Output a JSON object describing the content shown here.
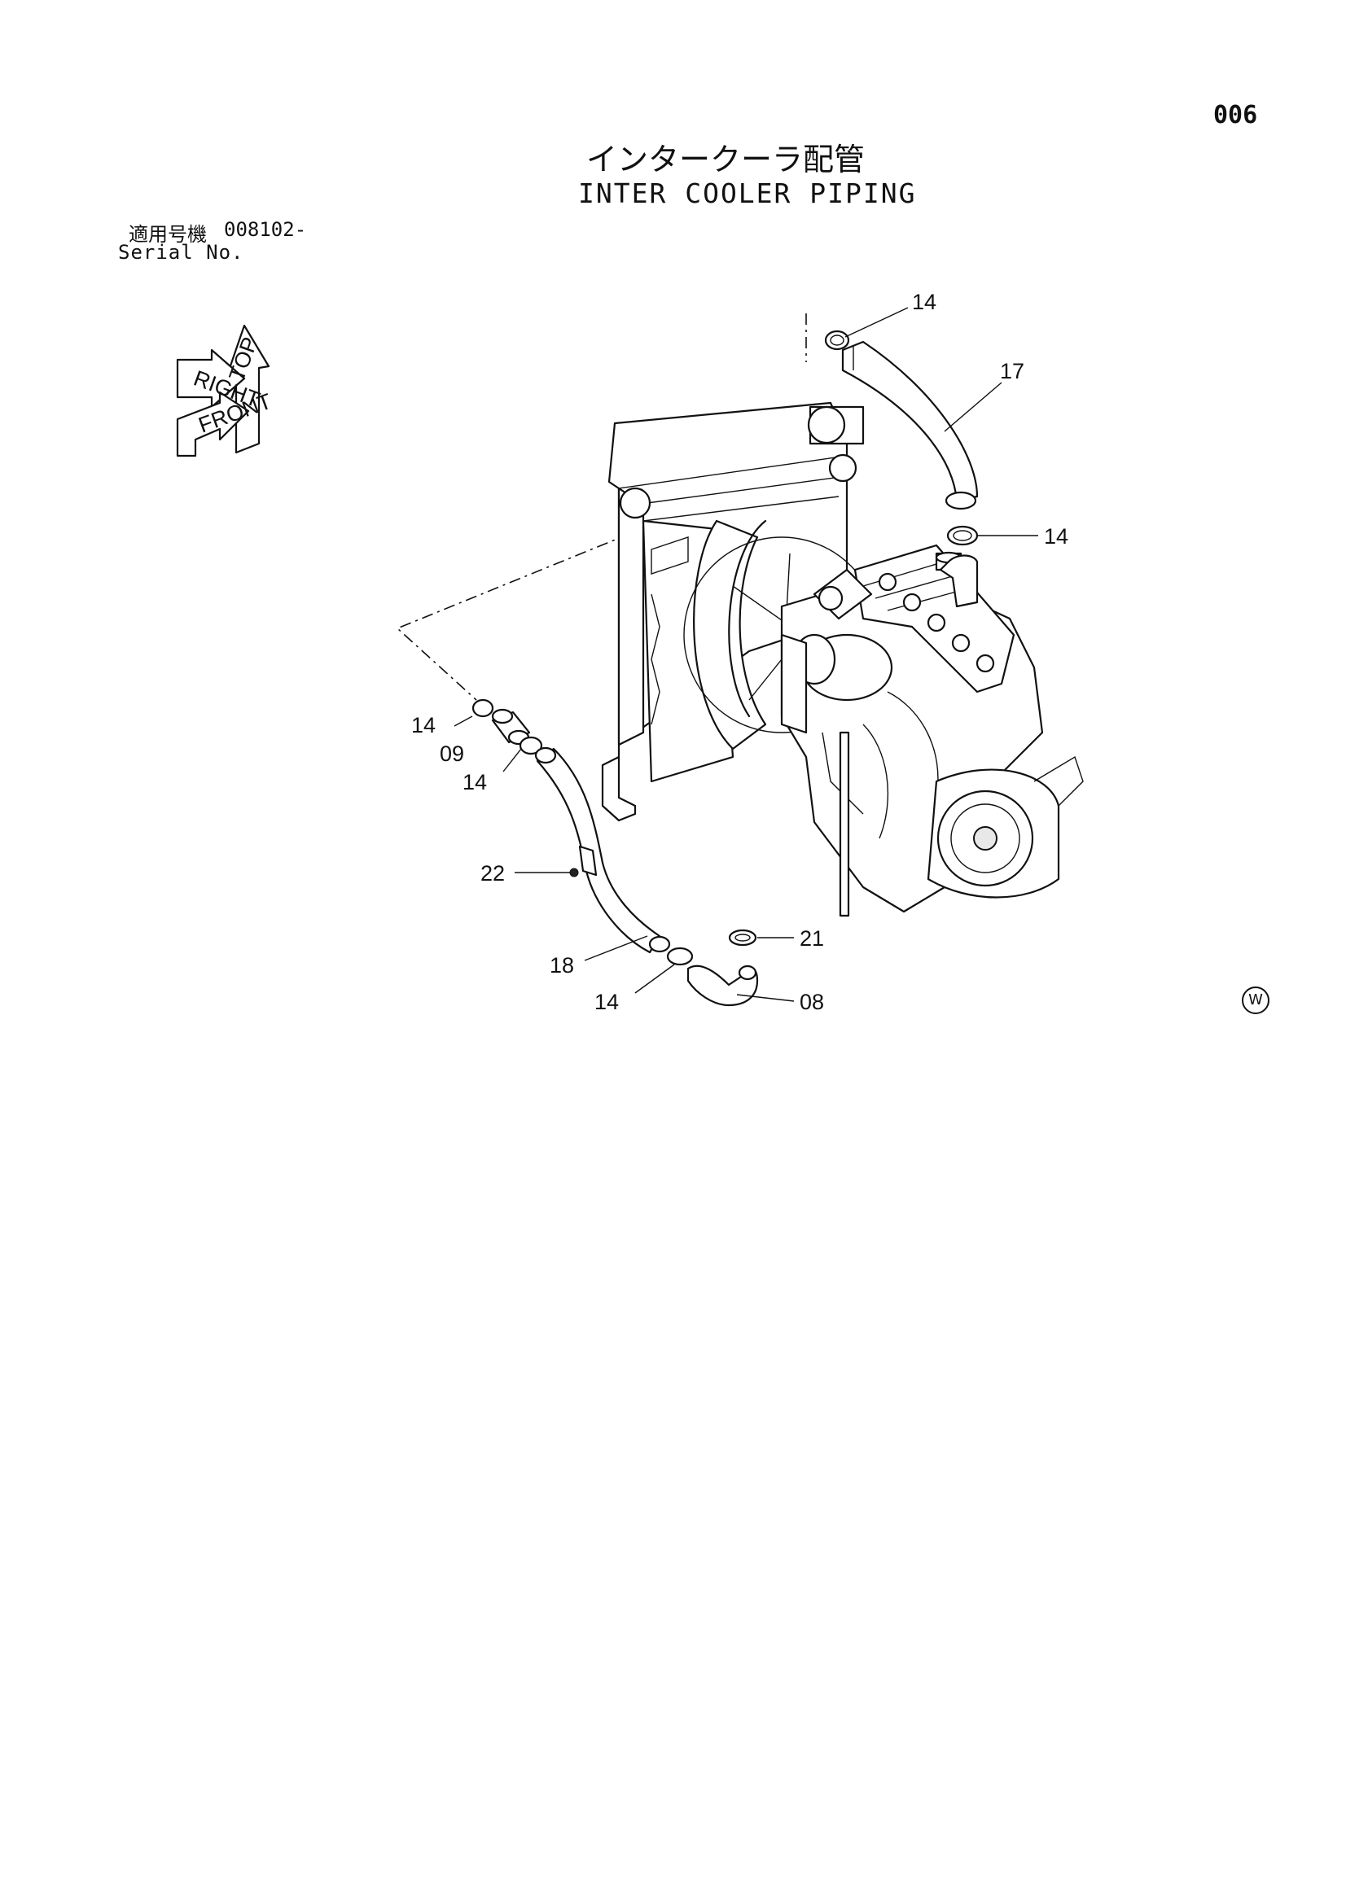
{
  "page_number": "006",
  "title_jp": "インタークーラ配管",
  "title_en": "INTER COOLER PIPING",
  "serial": {
    "label_jp": "適用号機",
    "value": "008102-",
    "label_en": "Serial No."
  },
  "orientation_labels": [
    "TOP",
    "RIGHT",
    "FRONT"
  ],
  "callouts": [
    {
      "id": "c14a",
      "label": "14"
    },
    {
      "id": "c17",
      "label": "17"
    },
    {
      "id": "c14b",
      "label": "14"
    },
    {
      "id": "c14c",
      "label": "14"
    },
    {
      "id": "c09",
      "label": "09"
    },
    {
      "id": "c14d",
      "label": "14"
    },
    {
      "id": "c22",
      "label": "22"
    },
    {
      "id": "c21",
      "label": "21"
    },
    {
      "id": "c18",
      "label": "18"
    },
    {
      "id": "c14e",
      "label": "14"
    },
    {
      "id": "c08",
      "label": "08"
    }
  ],
  "watermark": "W"
}
